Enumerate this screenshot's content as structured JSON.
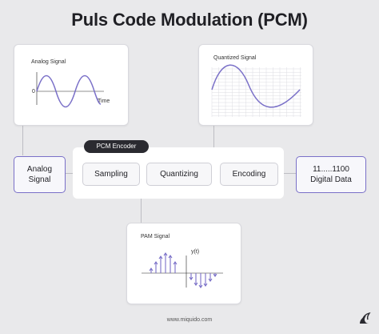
{
  "title": "Puls Code Modulation (PCM)",
  "analog_card": {
    "label": "Analog Signal",
    "zero_label": "0",
    "time_label": "Time"
  },
  "quantized_card": {
    "label": "Quantized Signal"
  },
  "pam_card": {
    "label": "PAM Signal",
    "axis_label": "y(t)"
  },
  "encoder": {
    "tag": "PCM Encoder"
  },
  "input": {
    "line1": "Analog",
    "line2": "Signal"
  },
  "steps": {
    "sampling": "Sampling",
    "quantizing": "Quantizing",
    "encoding": "Encoding"
  },
  "output": {
    "line1": "11.....1100",
    "line2": "Digital Data"
  },
  "footer": {
    "url": "www.miquido.com"
  },
  "colors": {
    "accent": "#7a70c8",
    "signal": "#7a70c8",
    "dark": "#2a2a30"
  }
}
